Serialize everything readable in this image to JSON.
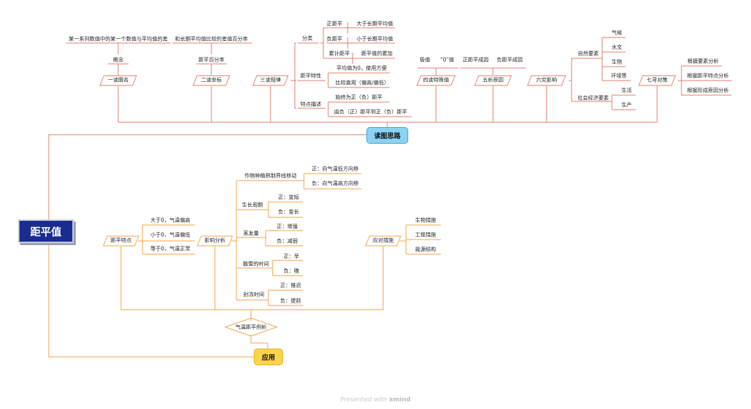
{
  "root": "距平值",
  "hubs": {
    "reading": "读图思路",
    "application": "应用"
  },
  "reading": {
    "s1": {
      "label": "一读图名",
      "sub": "概念",
      "detail": "某一系列数值中的某一个数值与平均值的差"
    },
    "s2": {
      "label": "二读坐标",
      "sub": "距平百分率",
      "detail": "和长期平均值比较的差值百分率"
    },
    "s3": {
      "label": "三读规律",
      "classify": {
        "label": "分类",
        "items": [
          {
            "name": "正距平",
            "desc": "大于长期平均值"
          },
          {
            "name": "负距平",
            "desc": "小于长期平均值"
          },
          {
            "name": "累计距平",
            "desc": "距平值的累加"
          }
        ]
      },
      "property": {
        "label": "距平特性",
        "items": [
          "平均值为0，使用方便",
          "比较直观（偏高/偏低）"
        ]
      },
      "describe": {
        "label": "特点描述",
        "items": [
          "始终为正（负）距平",
          "由负（正）距平到正（负）距平"
        ]
      }
    },
    "s4": {
      "label": "四读特殊值",
      "items": [
        "极值",
        "“0”值"
      ]
    },
    "s5": {
      "label": "五析原因",
      "items": [
        "正距平成因",
        "负距平成因"
      ]
    },
    "s6": {
      "label": "六究影响",
      "natural": {
        "label": "自然要素",
        "items": [
          "气候",
          "水文",
          "生物",
          "环境等"
        ]
      },
      "social": {
        "label": "社会经济要素",
        "items": [
          "生活",
          "生产"
        ]
      }
    },
    "s7": {
      "label": "七寻对策",
      "items": [
        "根据要素分析",
        "根据距平特点分析",
        "根据形成原因分析"
      ]
    }
  },
  "application": {
    "traits": {
      "label": "距平特点",
      "items": [
        "大于0，气温偏高",
        "小于0，气温偏低",
        "等于0，气温正常"
      ]
    },
    "impact": {
      "label": "影响分析",
      "groups": [
        {
          "label": "作物种植熟制界线移动",
          "items": [
            "正：向气温低方向移",
            "负：向气温高方向移"
          ]
        },
        {
          "label": "生长周期",
          "items": [
            "正：变短",
            "负：变长"
          ]
        },
        {
          "label": "蒸发量",
          "items": [
            "正：增强",
            "负：减弱"
          ]
        },
        {
          "label": "融雪的时间",
          "items": [
            "正：早",
            "负：晚"
          ]
        },
        {
          "label": "封冻时间",
          "items": [
            "正：推迟",
            "负：提前"
          ]
        }
      ]
    },
    "measures": {
      "label": "应对措施",
      "items": [
        "生物措施",
        "工程措施",
        "能源结构"
      ]
    },
    "example": "气温距平例析"
  },
  "watermark": {
    "prefix": "Presented with",
    "brand": "xmind"
  },
  "colors": {
    "red": "#e07b6b",
    "orange": "#f0a24a",
    "root": "#1a2c8f",
    "blue_hub": "#8ad3f5",
    "yellow_hub": "#fcd34d"
  }
}
